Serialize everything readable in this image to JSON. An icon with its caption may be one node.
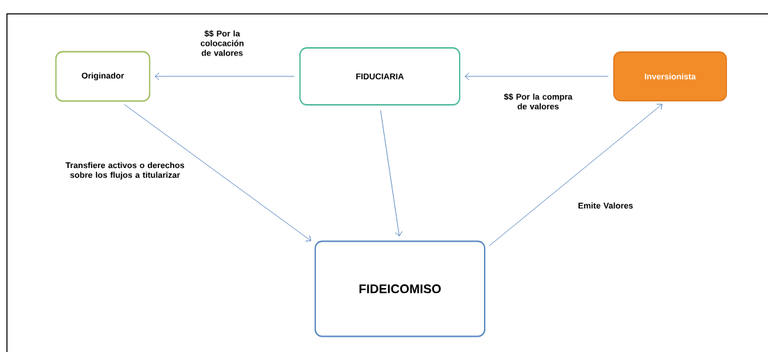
{
  "diagram": {
    "nodes": [
      {
        "text": [
          "Originador"
        ]
      },
      {
        "text": [
          "FIDUCIARIA"
        ]
      },
      {
        "text": [
          "Inversionista"
        ]
      },
      {
        "text": [
          "FIDEICOMISO"
        ]
      }
    ],
    "edges": [
      {
        "from": 1,
        "to": 0,
        "arrow": "to",
        "label": "$$ Por la colocación de valores"
      },
      {
        "from": 2,
        "to": 1,
        "arrow": "to",
        "label": "$$ Por la compra de valores"
      },
      {
        "from": 0,
        "to": 3,
        "arrow": "to",
        "label": "Transfiere activos o derechos sobre los flujos a titularizar"
      },
      {
        "from": 1,
        "to": 3,
        "arrow": "to"
      },
      {
        "from": 3,
        "to": 2,
        "arrow": "to",
        "label": "Emite Valores"
      }
    ]
  }
}
